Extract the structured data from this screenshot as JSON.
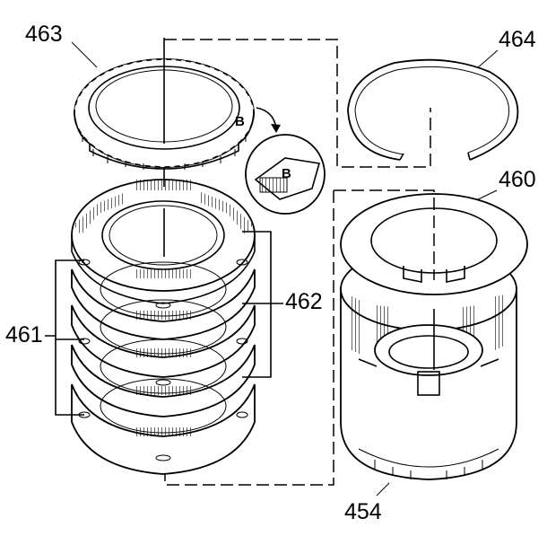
{
  "callouts": {
    "snap_ring_plate": "463",
    "snap_ring": "464",
    "clutch_housing": "460",
    "steel_plates": "461",
    "fiber_plates": "462",
    "drum": "454"
  },
  "inset": {
    "letter": "B"
  }
}
